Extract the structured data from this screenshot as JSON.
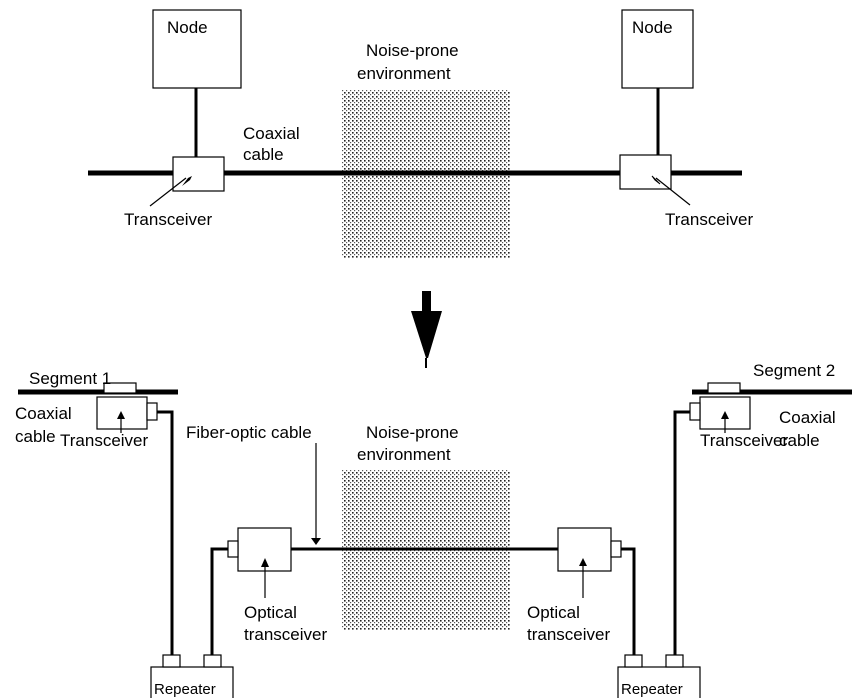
{
  "top": {
    "node_left": "Node",
    "node_right": "Node",
    "noise_line1": "Noise-prone",
    "noise_line2": "environment",
    "coax_line1": "Coaxial",
    "coax_line2": "cable",
    "transceiver_left": "Transceiver",
    "transceiver_right": "Transceiver"
  },
  "bottom": {
    "segment_left": "Segment 1",
    "segment_right": "Segment 2",
    "coax_left_line1": "Coaxial",
    "coax_left_line2": "cable",
    "coax_right_line1": "Coaxial",
    "coax_right_line2": "cable",
    "transceiver_left": "Transceiver",
    "transceiver_right": "Transceiver",
    "fiber_label": "Fiber-optic cable",
    "noise_line1": "Noise-prone",
    "noise_line2": "environment",
    "optical_left_line1": "Optical",
    "optical_left_line2": "transceiver",
    "optical_right_line1": "Optical",
    "optical_right_line2": "transceiver",
    "repeater_left": "Repeater",
    "repeater_right": "Repeater"
  }
}
